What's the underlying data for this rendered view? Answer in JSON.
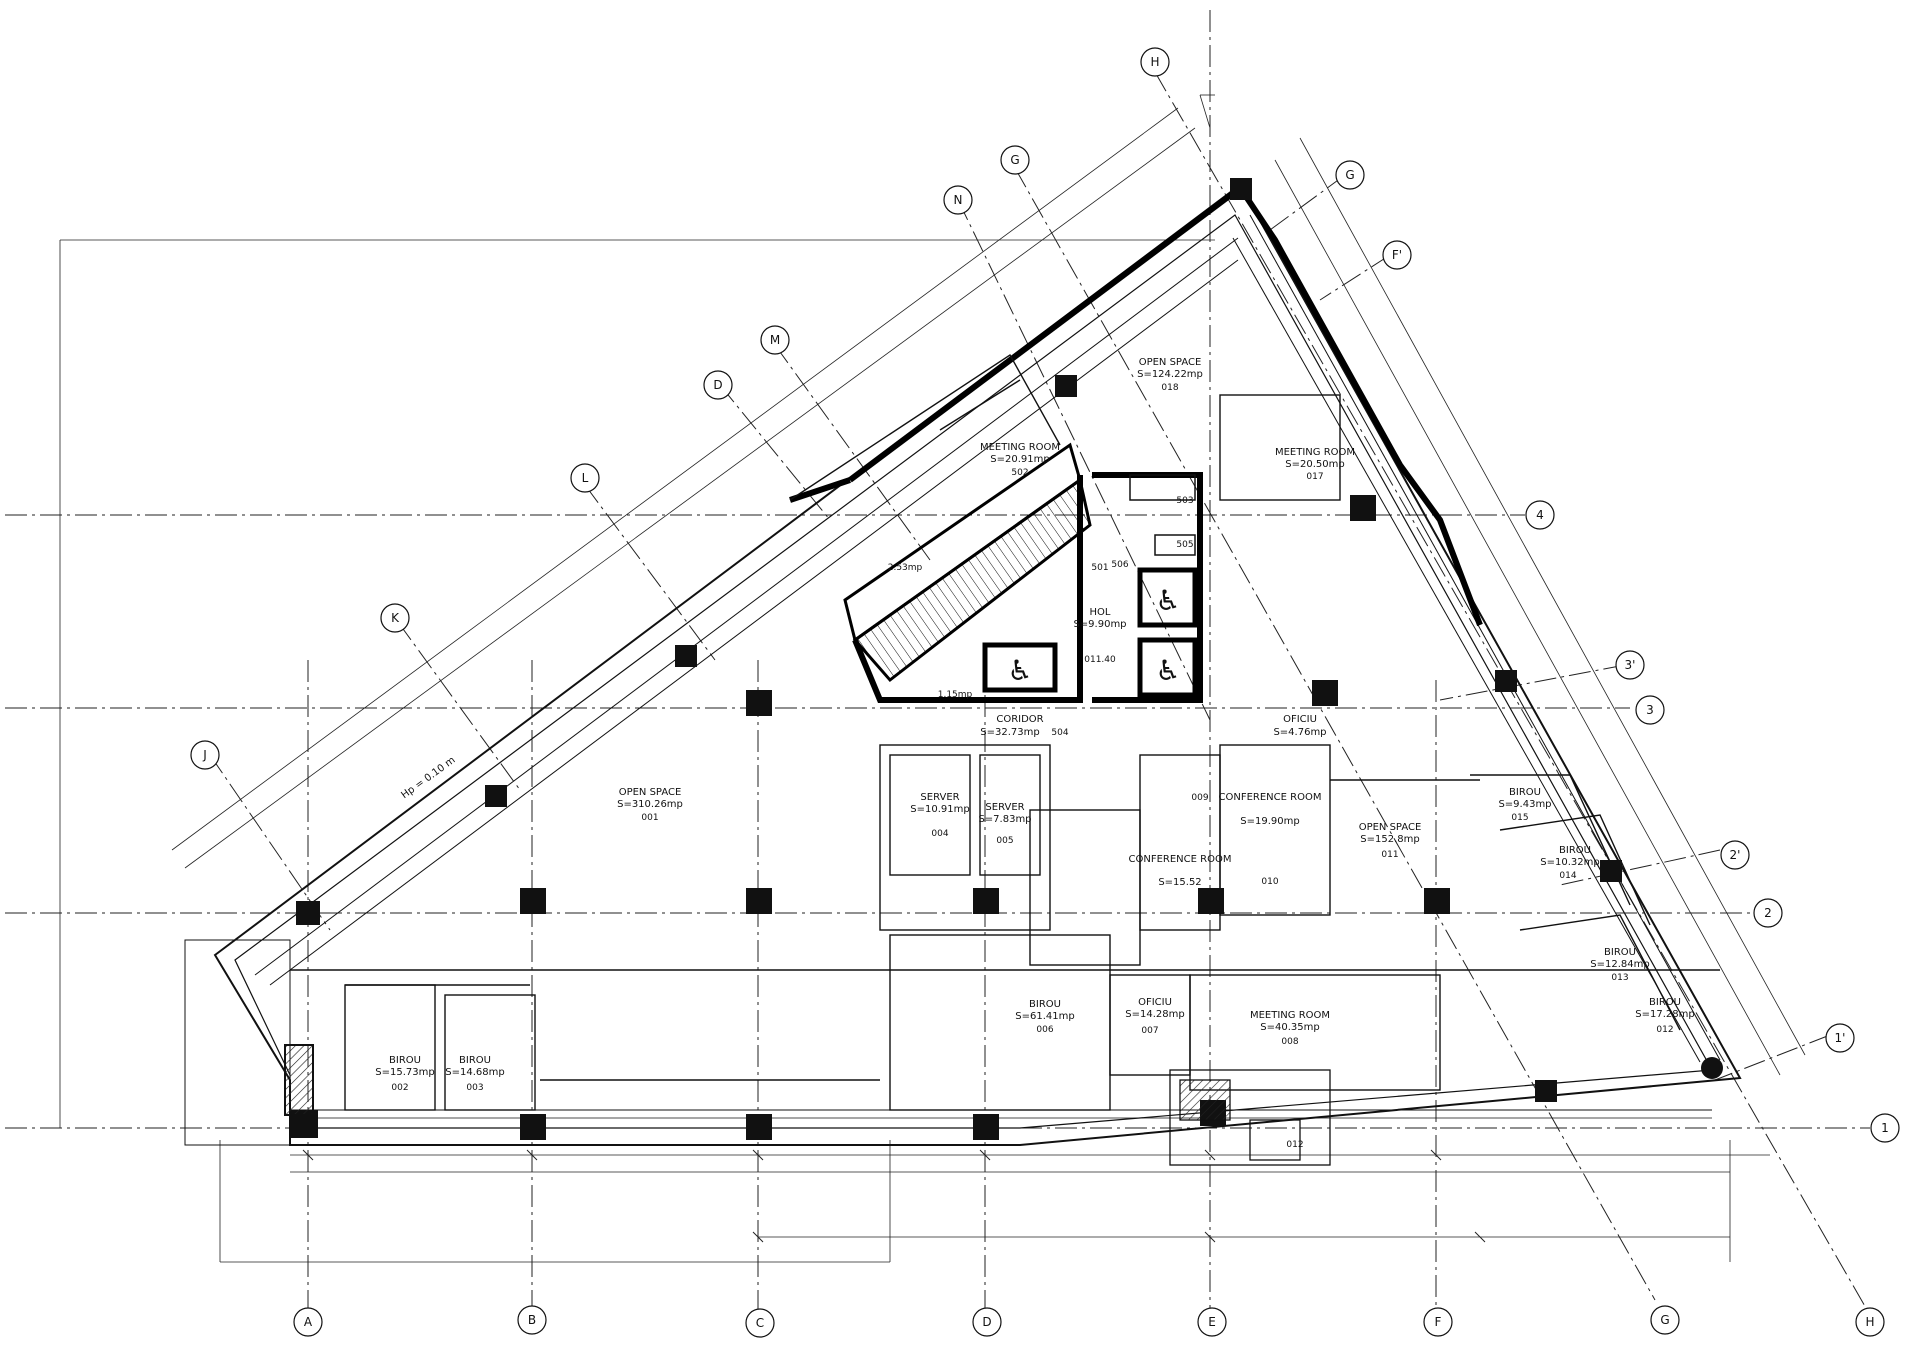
{
  "drawing": {
    "axis_bubbles": {
      "bottom": [
        "A",
        "B",
        "C",
        "D",
        "E",
        "F",
        "G",
        "H"
      ],
      "right": [
        "4",
        "3'",
        "3",
        "2'",
        "2",
        "1'",
        "1"
      ],
      "diagonal": [
        "H",
        "G",
        "N",
        "D",
        "M",
        "L",
        "K",
        "J",
        "G",
        "F'"
      ]
    },
    "rooms": [
      {
        "name": "OPEN SPACE",
        "area": "S=124.22mp",
        "id": "018"
      },
      {
        "name": "MEETING ROOM",
        "area": "S=20.91mp",
        "id": "502"
      },
      {
        "name": "MEETING ROOM",
        "area": "S=20.50mp",
        "id": "017"
      },
      {
        "name": "OPEN SPACE",
        "area": "S=310.26mp",
        "id": "001"
      },
      {
        "name": "CORIDOR",
        "area": "S=32.73mp",
        "id": "504"
      },
      {
        "name": "OFICIU",
        "area": "S=4.76mp",
        "id": ""
      },
      {
        "name": "HOL",
        "area": "S=9.90mp",
        "id": ""
      },
      {
        "name": "SERVER",
        "area": "S=10.91mp",
        "id": "004"
      },
      {
        "name": "SERVER",
        "area": "S=7.83mp",
        "id": "005"
      },
      {
        "name": "CONFERENCE ROOM",
        "area": "S=19.90mp",
        "id": "010"
      },
      {
        "name": "CONFERENCE ROOM",
        "area": "S=15.52",
        "id": ""
      },
      {
        "name": "OPEN SPACE",
        "area": "S=152.8mp",
        "id": "011"
      },
      {
        "name": "BIROU",
        "area": "S=9.43mp",
        "id": "015"
      },
      {
        "name": "BIROU",
        "area": "S=10.32mp",
        "id": "014"
      },
      {
        "name": "BIROU",
        "area": "S=12.84mp",
        "id": "013"
      },
      {
        "name": "BIROU",
        "area": "S=17.28mp",
        "id": "012"
      },
      {
        "name": "BIROU",
        "area": "S=61.41mp",
        "id": "006"
      },
      {
        "name": "OFICIU",
        "area": "S=14.28mp",
        "id": "007"
      },
      {
        "name": "MEETING ROOM",
        "area": "S=40.35mp",
        "id": "008"
      },
      {
        "name": "BIROU",
        "area": "S=15.73mp",
        "id": "002"
      },
      {
        "name": "BIROU",
        "area": "S=14.68mp",
        "id": "003"
      }
    ],
    "small_tags": [
      "503",
      "505",
      "506",
      "501",
      "011.40",
      "009",
      "012",
      "2.53mp",
      "1.15mp"
    ],
    "notes": {
      "slope": "Hp = 0.10 m"
    }
  }
}
